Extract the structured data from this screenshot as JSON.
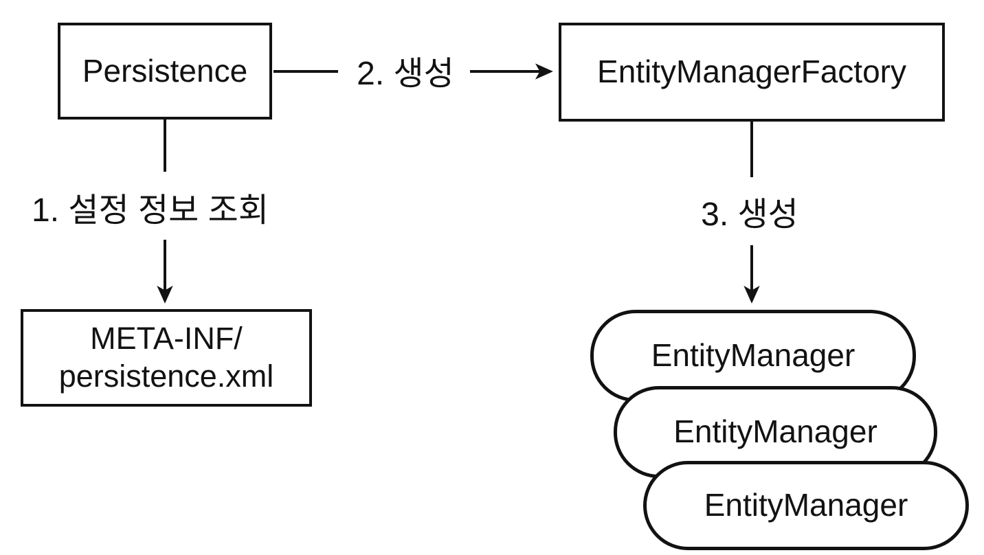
{
  "diagram": {
    "nodes": {
      "persistence": {
        "label": "Persistence"
      },
      "entity_manager_factory": {
        "label": "EntityManagerFactory"
      },
      "persistence_xml": {
        "line1": "META-INF/",
        "line2": "persistence.xml"
      },
      "entity_managers": [
        {
          "label": "EntityManager"
        },
        {
          "label": "EntityManager"
        },
        {
          "label": "EntityManager"
        }
      ]
    },
    "edges": {
      "step1": {
        "label": "1. 설정 정보 조회"
      },
      "step2": {
        "label": "2. 생성"
      },
      "step3": {
        "label": "3. 생성"
      }
    },
    "colors": {
      "stroke": "#121212",
      "background": "#ffffff"
    }
  }
}
